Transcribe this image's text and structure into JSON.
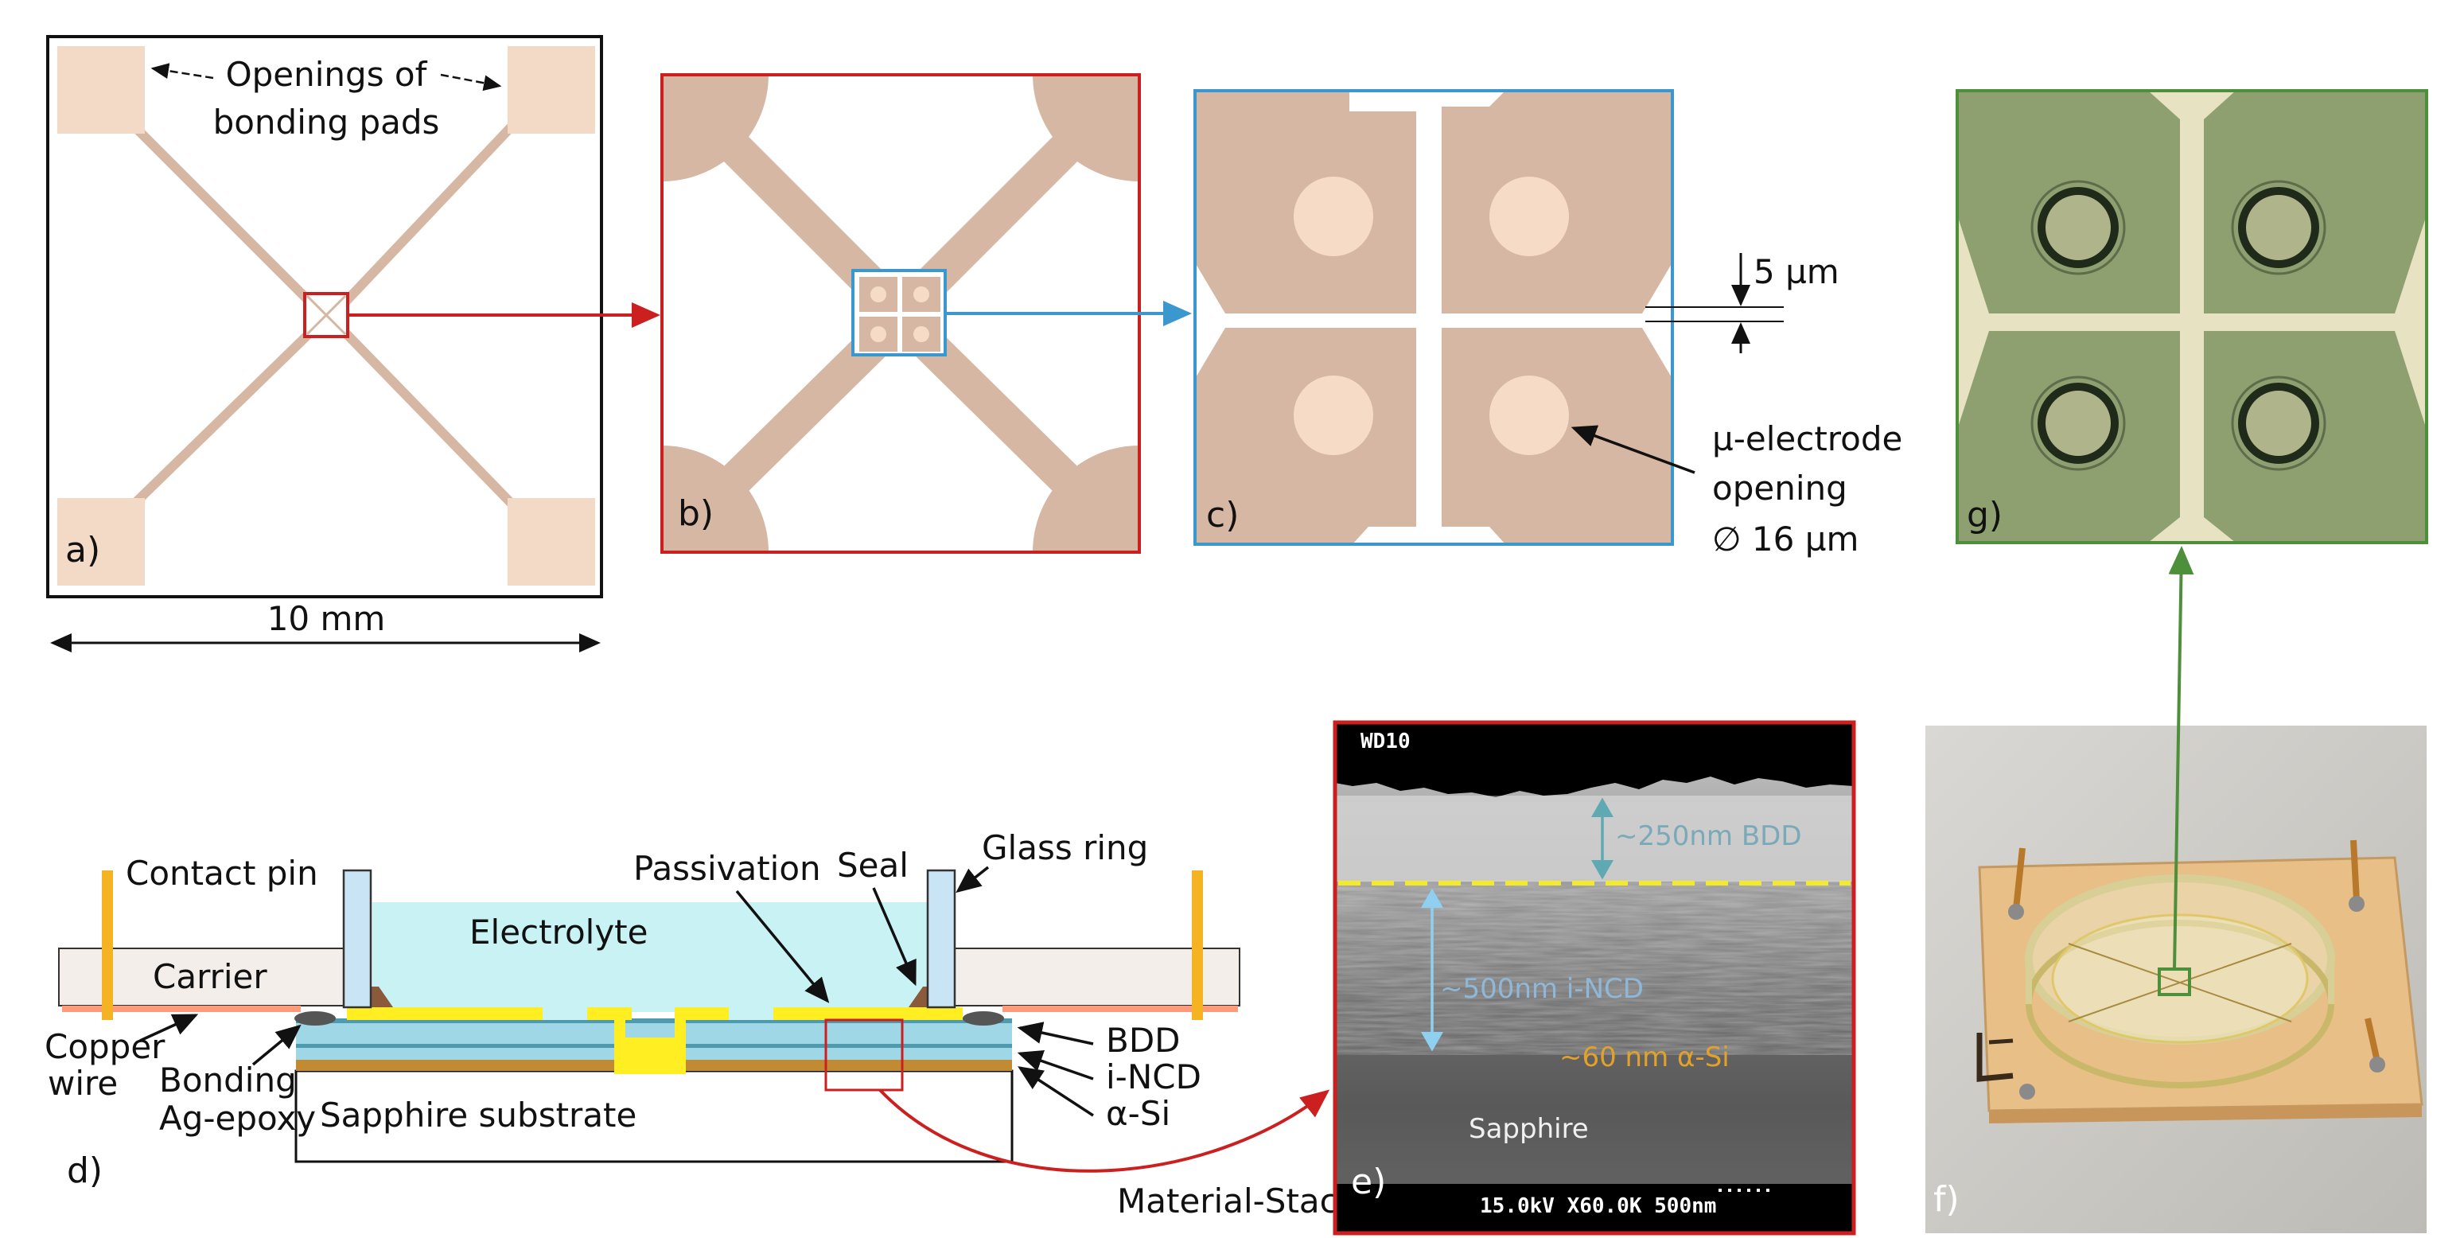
{
  "colors": {
    "pad": "#f3dac6",
    "track": "#d6b7a3",
    "electrode": "#f6dcc6",
    "panel_a_frame": "#111111",
    "panel_b_frame": "#cc1f1f",
    "panel_c_frame": "#3a98cf",
    "panel_g_frame": "#4d8f3a",
    "electrolyte": "#c9f2f5",
    "bdd": "#9fd7e6",
    "passivation": "#ffee22",
    "ncd_line": "#4e9bb0",
    "asi": "#c08b33",
    "contact_pin": "#f5b324",
    "copper": "#ff9a7a",
    "carrier": "#f4eeea"
  },
  "panel_a": {
    "label": "a)",
    "openings_label_line1": "Openings of",
    "openings_label_line2": "bonding pads",
    "scale_label": "10 mm"
  },
  "panel_b": {
    "label": "b)"
  },
  "panel_c": {
    "label": "c)",
    "gap_label": "5 µm",
    "electrode_label_line1": "µ-electrode",
    "electrode_label_line2": "opening",
    "electrode_label_line3": "∅ 16 µm"
  },
  "panel_d": {
    "label": "d)",
    "contact_pin": "Contact pin",
    "electrolyte": "Electrolyte",
    "passivation": "Passivation",
    "seal": "Seal",
    "glass_ring": "Glass ring",
    "carrier": "Carrier",
    "copper_wire_line1": "Copper",
    "copper_wire_line2": "wire",
    "bonding_line1": "Bonding",
    "bonding_line2": "Ag-epoxy",
    "substrate": "Sapphire substrate",
    "bdd": "BDD",
    "incd": "i-NCD",
    "asi": "α-Si",
    "material_stack": "Material-Stack"
  },
  "panel_e": {
    "label": "e)",
    "wd": "WD10",
    "bdd_thickness": "~250nm BDD",
    "incd_thickness": "~500nm i-NCD",
    "asi_thickness": "~60 nm α-Si",
    "sapphire": "Sapphire",
    "sem_info": "15.0kV X60.0K  500nm"
  },
  "panel_f": {
    "label": "f)"
  },
  "panel_g": {
    "label": "g)"
  }
}
